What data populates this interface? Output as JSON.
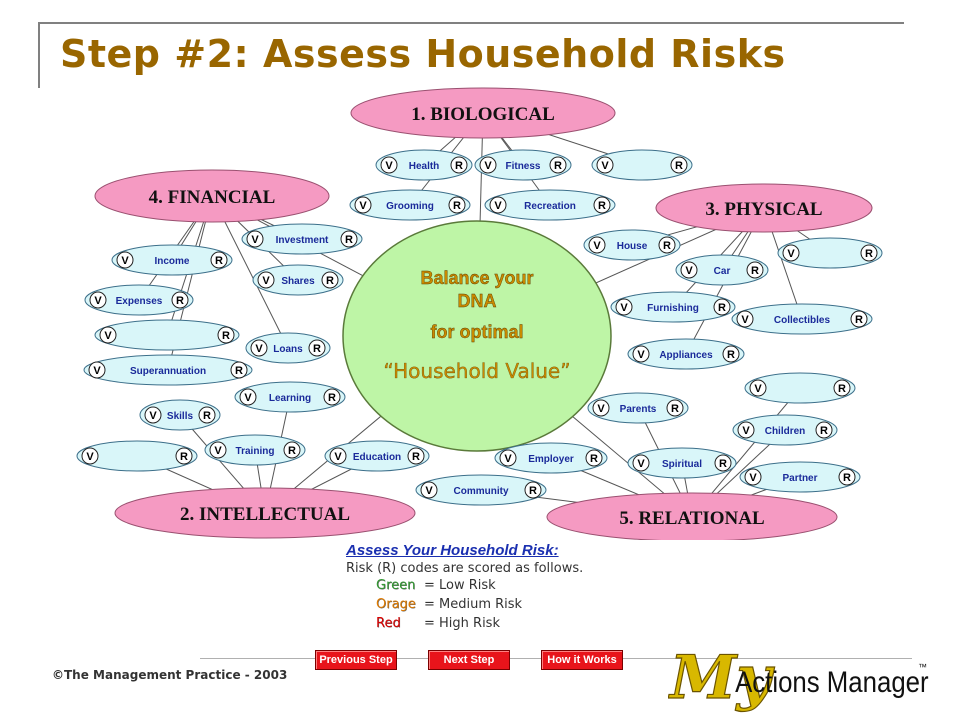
{
  "slide": {
    "title": "Step #2: Assess Household Risks"
  },
  "center": {
    "line1": "Balance your",
    "line2": "DNA",
    "line3": "for optimal",
    "line4": "“Household Value”"
  },
  "categories": [
    {
      "id": "biological",
      "label": "1. BIOLOGICAL"
    },
    {
      "id": "intellectual",
      "label": "2. INTELLECTUAL"
    },
    {
      "id": "physical",
      "label": "3. PHYSICAL"
    },
    {
      "id": "financial",
      "label": "4. FINANCIAL"
    },
    {
      "id": "relational",
      "label": "5. RELATIONAL"
    }
  ],
  "badge": {
    "value": "V",
    "risk": "R"
  },
  "items": [
    {
      "label": "Health"
    },
    {
      "label": "Fitness"
    },
    {
      "label": ""
    },
    {
      "label": "Grooming"
    },
    {
      "label": "Recreation"
    },
    {
      "label": "Investment"
    },
    {
      "label": "Income"
    },
    {
      "label": "Shares"
    },
    {
      "label": "Expenses"
    },
    {
      "label": ""
    },
    {
      "label": "Loans"
    },
    {
      "label": "Superannuation"
    },
    {
      "label": "House"
    },
    {
      "label": "Car"
    },
    {
      "label": ""
    },
    {
      "label": "Furnishing"
    },
    {
      "label": "Collectibles"
    },
    {
      "label": "Appliances"
    },
    {
      "label": "Learning"
    },
    {
      "label": "Skills"
    },
    {
      "label": "Training"
    },
    {
      "label": ""
    },
    {
      "label": "Education"
    },
    {
      "label": "Employer"
    },
    {
      "label": "Community"
    },
    {
      "label": "Parents"
    },
    {
      "label": ""
    },
    {
      "label": "Children"
    },
    {
      "label": "Spiritual"
    },
    {
      "label": "Partner"
    }
  ],
  "legend": {
    "heading": "Assess Your Household Risk:",
    "intro": "Risk (R) codes are scored as follows.",
    "rows": [
      {
        "word": "Green",
        "meaning": "= Low Risk"
      },
      {
        "word": "Orage",
        "meaning": "= Medium Risk"
      },
      {
        "word": "Red",
        "meaning": "= High Risk"
      }
    ],
    "colors": {
      "green": "#339933",
      "orange": "#e07b00",
      "red": "#dd0000"
    }
  },
  "nav": {
    "previous": "Previous Step",
    "next": "Next Step",
    "how": "How it Works"
  },
  "footer": {
    "copyright": "©The Management Practice - 2003"
  },
  "logo": {
    "script": "My",
    "text": "Actions Manager",
    "tm": "™"
  },
  "colors": {
    "title": "#996600",
    "category_fill": "#f59ac2",
    "item_fill": "#d9f6f9",
    "center_fill": "#bef5a6",
    "center_text": "#c98a00"
  }
}
